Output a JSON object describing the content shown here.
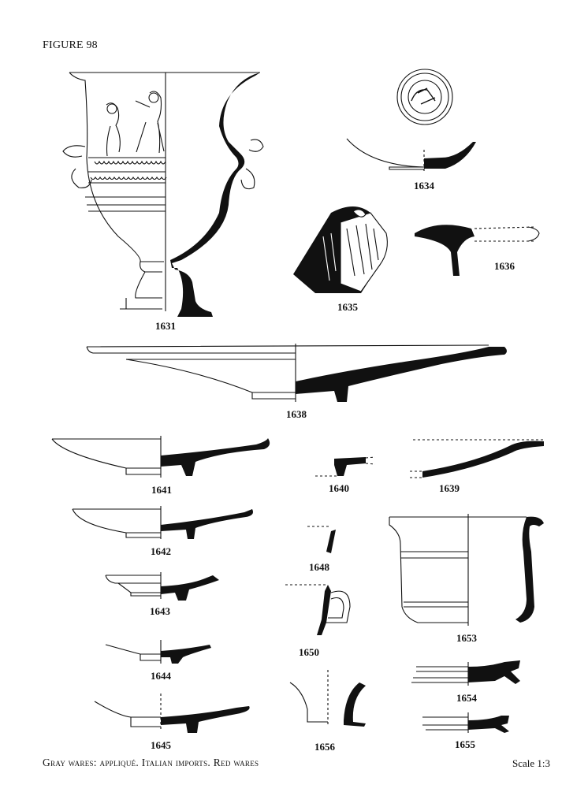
{
  "figure_title": "FIGURE 98",
  "catalogue_numbers": {
    "n1631": "1631",
    "n1634": "1634",
    "n1635": "1635",
    "n1636": "1636",
    "n1638": "1638",
    "n1641": "1641",
    "n1640": "1640",
    "n1639": "1639",
    "n1642": "1642",
    "n1648": "1648",
    "n1653": "1653",
    "n1643": "1643",
    "n1650": "1650",
    "n1644": "1644",
    "n1654": "1654",
    "n1645": "1645",
    "n1656": "1656",
    "n1655": "1655"
  },
  "caption": "Gray wares: appliqué. Italian imports. Red wares",
  "scale": "Scale 1:3",
  "colors": {
    "ink": "#111111",
    "paper": "#ffffff"
  }
}
